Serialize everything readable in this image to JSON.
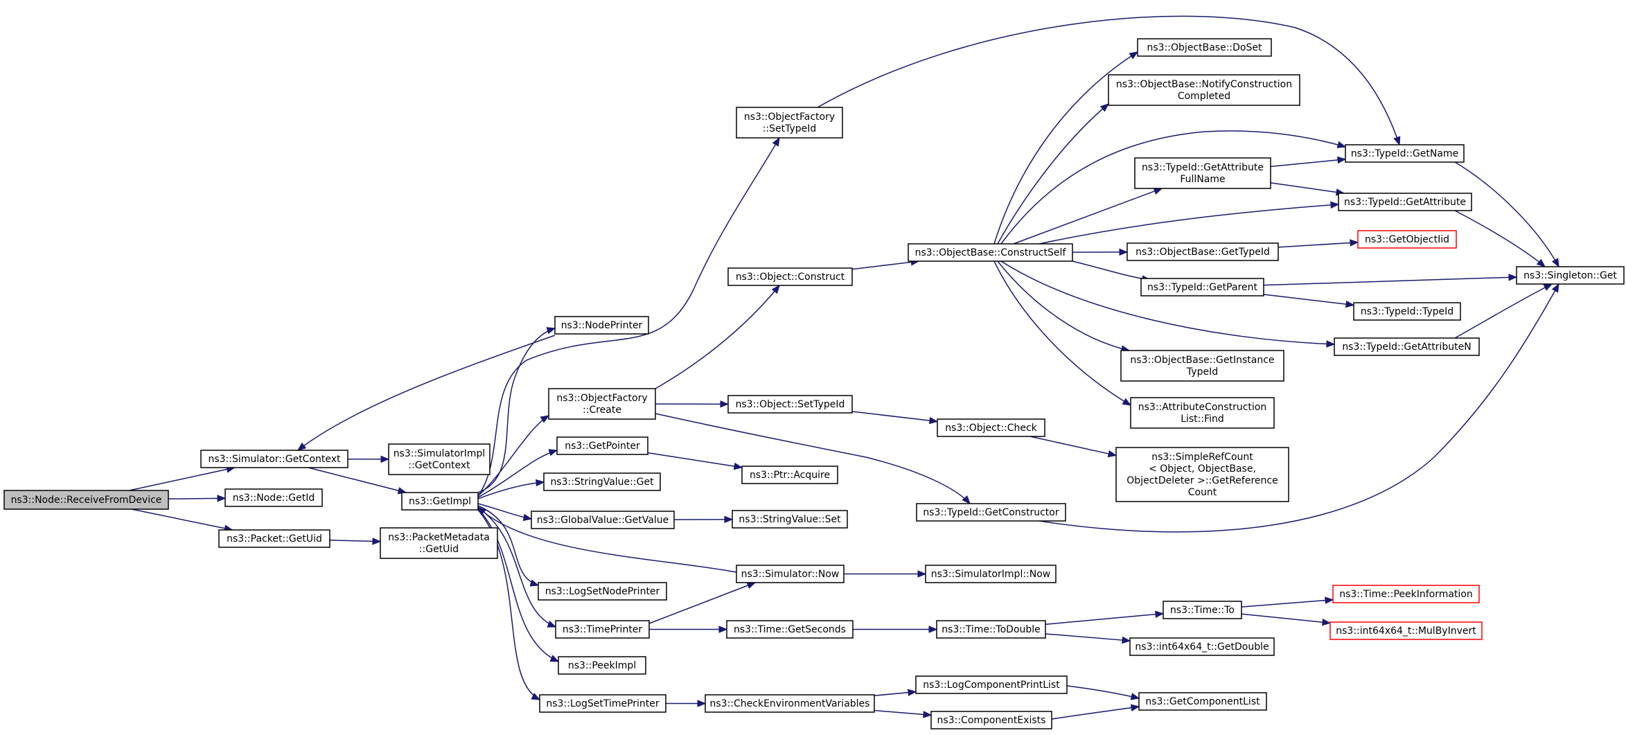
{
  "graph": {
    "edge_color": "#191970",
    "truncated_border_color": "#ff0000",
    "root_fill": "#bfbfbf",
    "nodes": [
      {
        "id": "receive",
        "lines": [
          "ns3::Node::ReceiveFromDevice"
        ],
        "root": true
      },
      {
        "id": "sim_getcontext",
        "lines": [
          "ns3::Simulator::GetContext"
        ]
      },
      {
        "id": "node_getid",
        "lines": [
          "ns3::Node::GetId"
        ]
      },
      {
        "id": "packet_getuid",
        "lines": [
          "ns3::Packet::GetUid"
        ]
      },
      {
        "id": "simimpl_getcontext",
        "lines": [
          "ns3::SimulatorImpl",
          "::GetContext"
        ]
      },
      {
        "id": "getimpl",
        "lines": [
          "ns3::GetImpl"
        ]
      },
      {
        "id": "pm_getuid",
        "lines": [
          "ns3::PacketMetadata",
          "::GetUid"
        ]
      },
      {
        "id": "nodeprinter",
        "lines": [
          "ns3::NodePrinter"
        ]
      },
      {
        "id": "of_create",
        "lines": [
          "ns3::ObjectFactory",
          "::Create"
        ]
      },
      {
        "id": "getpointer",
        "lines": [
          "ns3::GetPointer"
        ]
      },
      {
        "id": "sv_get",
        "lines": [
          "ns3::StringValue::Get"
        ]
      },
      {
        "id": "gv_getvalue",
        "lines": [
          "ns3::GlobalValue::GetValue"
        ]
      },
      {
        "id": "logsetnodeprinter",
        "lines": [
          "ns3::LogSetNodePrinter"
        ]
      },
      {
        "id": "timeprinter",
        "lines": [
          "ns3::TimePrinter"
        ]
      },
      {
        "id": "peekimpl",
        "lines": [
          "ns3::PeekImpl"
        ]
      },
      {
        "id": "logsettimeprinter",
        "lines": [
          "ns3::LogSetTimePrinter"
        ]
      },
      {
        "id": "of_settypeid",
        "lines": [
          "ns3::ObjectFactory",
          "::SetTypeId"
        ]
      },
      {
        "id": "obj_construct",
        "lines": [
          "ns3::Object::Construct"
        ]
      },
      {
        "id": "obj_settypeid",
        "lines": [
          "ns3::Object::SetTypeId"
        ]
      },
      {
        "id": "ptr_acquire",
        "lines": [
          "ns3::Ptr::Acquire"
        ]
      },
      {
        "id": "sv_set",
        "lines": [
          "ns3::StringValue::Set"
        ]
      },
      {
        "id": "sim_now",
        "lines": [
          "ns3::Simulator::Now"
        ]
      },
      {
        "id": "time_getseconds",
        "lines": [
          "ns3::Time::GetSeconds"
        ]
      },
      {
        "id": "checkenv",
        "lines": [
          "ns3::CheckEnvironmentVariables"
        ]
      },
      {
        "id": "ob_constructself",
        "lines": [
          "ns3::ObjectBase::ConstructSelf"
        ]
      },
      {
        "id": "obj_check",
        "lines": [
          "ns3::Object::Check"
        ]
      },
      {
        "id": "tid_getconstructor",
        "lines": [
          "ns3::TypeId::GetConstructor"
        ]
      },
      {
        "id": "simimpl_now",
        "lines": [
          "ns3::SimulatorImpl::Now"
        ]
      },
      {
        "id": "time_todouble",
        "lines": [
          "ns3::Time::ToDouble"
        ]
      },
      {
        "id": "logcomponentprintlist",
        "lines": [
          "ns3::LogComponentPrintList"
        ]
      },
      {
        "id": "componentexists",
        "lines": [
          "ns3::ComponentExists"
        ]
      },
      {
        "id": "ob_doset",
        "lines": [
          "ns3::ObjectBase::DoSet"
        ]
      },
      {
        "id": "ob_notify",
        "lines": [
          "ns3::ObjectBase::NotifyConstruction",
          "Completed"
        ]
      },
      {
        "id": "tid_getattrfullname",
        "lines": [
          "ns3::TypeId::GetAttribute",
          "FullName"
        ]
      },
      {
        "id": "ob_gettypeid",
        "lines": [
          "ns3::ObjectBase::GetTypeId"
        ]
      },
      {
        "id": "tid_getparent",
        "lines": [
          "ns3::TypeId::GetParent"
        ]
      },
      {
        "id": "ob_getinstancetypeid",
        "lines": [
          "ns3::ObjectBase::GetInstance",
          "TypeId"
        ]
      },
      {
        "id": "acl_find",
        "lines": [
          "ns3::AttributeConstruction",
          "List::Find"
        ]
      },
      {
        "id": "simplerefcount",
        "lines": [
          "ns3::SimpleRefCount",
          "< Object, ObjectBase,",
          "ObjectDeleter >::GetReference",
          "Count"
        ]
      },
      {
        "id": "time_to",
        "lines": [
          "ns3::Time::To"
        ]
      },
      {
        "id": "int64_getdouble",
        "lines": [
          "ns3::int64x64_t::GetDouble"
        ]
      },
      {
        "id": "getcomponentlist",
        "lines": [
          "ns3::GetComponentList"
        ]
      },
      {
        "id": "tid_getname",
        "lines": [
          "ns3::TypeId::GetName"
        ]
      },
      {
        "id": "tid_getattribute",
        "lines": [
          "ns3::TypeId::GetAttribute"
        ]
      },
      {
        "id": "getobjectiid",
        "lines": [
          "ns3::GetObjectIid"
        ],
        "truncated": true
      },
      {
        "id": "tid_typeid",
        "lines": [
          "ns3::TypeId::TypeId"
        ]
      },
      {
        "id": "tid_getattributen",
        "lines": [
          "ns3::TypeId::GetAttributeN"
        ]
      },
      {
        "id": "time_peekinfo",
        "lines": [
          "ns3::Time::PeekInformation"
        ],
        "truncated": true
      },
      {
        "id": "int64_mulbyinvert",
        "lines": [
          "ns3::int64x64_t::MulByInvert"
        ],
        "truncated": true
      },
      {
        "id": "singleton_get",
        "lines": [
          "ns3::Singleton::Get"
        ]
      }
    ],
    "edges": [
      [
        "receive",
        "sim_getcontext"
      ],
      [
        "receive",
        "node_getid"
      ],
      [
        "receive",
        "packet_getuid"
      ],
      [
        "sim_getcontext",
        "simimpl_getcontext"
      ],
      [
        "sim_getcontext",
        "getimpl"
      ],
      [
        "packet_getuid",
        "pm_getuid"
      ],
      [
        "nodeprinter",
        "sim_getcontext"
      ],
      [
        "getimpl",
        "nodeprinter"
      ],
      [
        "getimpl",
        "of_create"
      ],
      [
        "getimpl",
        "getpointer"
      ],
      [
        "getimpl",
        "sv_get"
      ],
      [
        "getimpl",
        "gv_getvalue"
      ],
      [
        "getimpl",
        "logsetnodeprinter"
      ],
      [
        "getimpl",
        "timeprinter"
      ],
      [
        "getimpl",
        "peekimpl"
      ],
      [
        "getimpl",
        "logsettimeprinter"
      ],
      [
        "getimpl",
        "of_settypeid"
      ],
      [
        "sim_now",
        "getimpl"
      ],
      [
        "of_create",
        "obj_construct"
      ],
      [
        "of_create",
        "obj_settypeid"
      ],
      [
        "of_create",
        "tid_getconstructor"
      ],
      [
        "getpointer",
        "ptr_acquire"
      ],
      [
        "gv_getvalue",
        "sv_set"
      ],
      [
        "timeprinter",
        "sim_now"
      ],
      [
        "timeprinter",
        "time_getseconds"
      ],
      [
        "logsettimeprinter",
        "checkenv"
      ],
      [
        "of_settypeid",
        "tid_getname"
      ],
      [
        "obj_construct",
        "ob_constructself"
      ],
      [
        "obj_settypeid",
        "obj_check"
      ],
      [
        "obj_check",
        "simplerefcount"
      ],
      [
        "sim_now",
        "simimpl_now"
      ],
      [
        "time_getseconds",
        "time_todouble"
      ],
      [
        "checkenv",
        "logcomponentprintlist"
      ],
      [
        "checkenv",
        "componentexists"
      ],
      [
        "ob_constructself",
        "ob_doset"
      ],
      [
        "ob_constructself",
        "ob_notify"
      ],
      [
        "ob_constructself",
        "tid_getname"
      ],
      [
        "ob_constructself",
        "tid_getattrfullname"
      ],
      [
        "ob_constructself",
        "tid_getattribute"
      ],
      [
        "ob_constructself",
        "ob_gettypeid"
      ],
      [
        "ob_constructself",
        "tid_getparent"
      ],
      [
        "ob_constructself",
        "tid_getattributen"
      ],
      [
        "ob_constructself",
        "ob_getinstancetypeid"
      ],
      [
        "ob_constructself",
        "acl_find"
      ],
      [
        "tid_getattrfullname",
        "tid_getname"
      ],
      [
        "tid_getattrfullname",
        "tid_getattribute"
      ],
      [
        "ob_gettypeid",
        "getobjectiid"
      ],
      [
        "tid_getparent",
        "singleton_get"
      ],
      [
        "tid_getparent",
        "tid_typeid"
      ],
      [
        "tid_getname",
        "singleton_get"
      ],
      [
        "tid_getattribute",
        "singleton_get"
      ],
      [
        "tid_getattributen",
        "singleton_get"
      ],
      [
        "tid_getconstructor",
        "singleton_get"
      ],
      [
        "time_todouble",
        "time_to"
      ],
      [
        "time_todouble",
        "int64_getdouble"
      ],
      [
        "time_to",
        "time_peekinfo"
      ],
      [
        "time_to",
        "int64_mulbyinvert"
      ],
      [
        "logcomponentprintlist",
        "getcomponentlist"
      ],
      [
        "componentexists",
        "getcomponentlist"
      ]
    ]
  }
}
